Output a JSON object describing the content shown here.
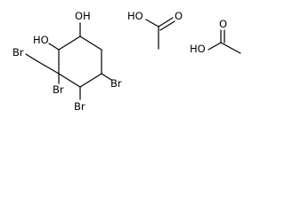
{
  "molecule": {
    "atoms": {
      "oh_ring_top": "OH",
      "ho_ring_left": "HO",
      "br_methyl": "Br",
      "br_quaternary": "Br",
      "br_lower": "Br",
      "br_right": "Br"
    }
  },
  "acetic_acid_1": {
    "ho": "HO",
    "o": "O"
  },
  "acetic_acid_2": {
    "ho": "HO",
    "o": "O"
  }
}
